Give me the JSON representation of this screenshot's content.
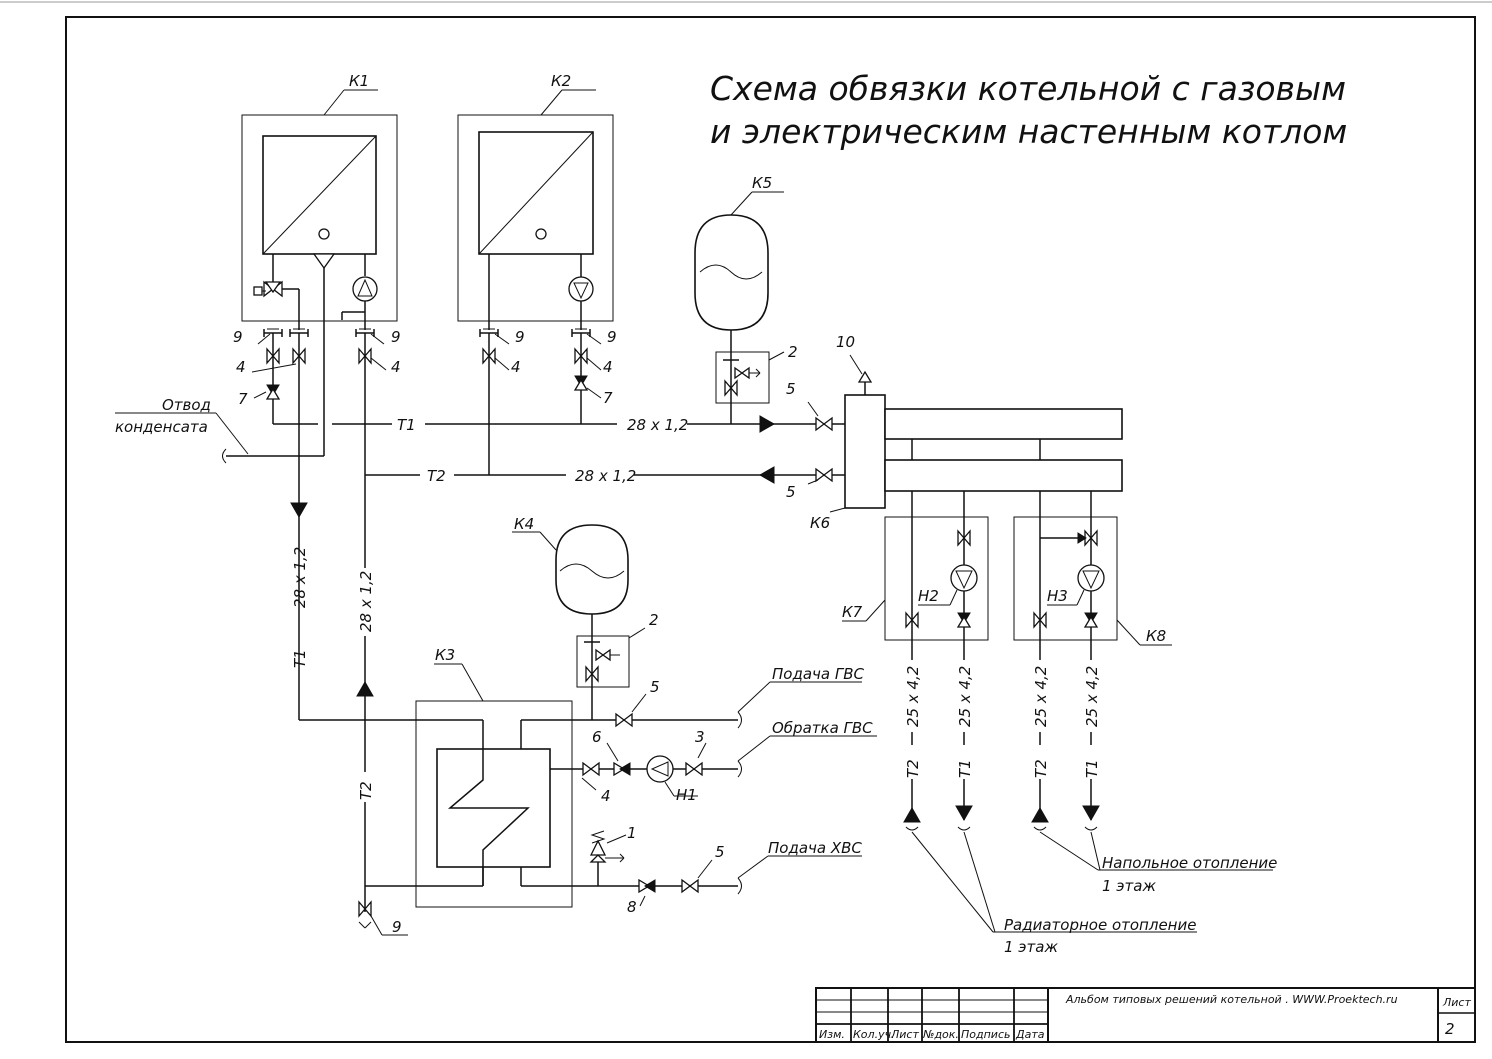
{
  "title": {
    "line1": "Схема обвязки котельной с газовым",
    "line2": "и электрическим настенным котлом"
  },
  "equipment": {
    "k1": "К1",
    "k2": "К2",
    "k3": "К3",
    "k4": "К4",
    "k5": "К5",
    "k6": "К6",
    "k7": "К7",
    "k8": "К8",
    "n1": "Н1",
    "n2": "Н2",
    "n3": "Н3"
  },
  "position_numbers": [
    "9",
    "9",
    "9",
    "9",
    "4",
    "4",
    "4",
    "4",
    "4",
    "7",
    "7",
    "2",
    "2",
    "10",
    "5",
    "5",
    "5",
    "5",
    "6",
    "3",
    "1",
    "8",
    "9"
  ],
  "pipes": {
    "t1": "Т1",
    "t2": "Т2",
    "size_main": "28 x 1,2",
    "size_branch": "25 x 4,2"
  },
  "notes": {
    "condensate_1": "Отвод",
    "condensate_2": "конденсата",
    "dhw_supply": "Подача ГВС",
    "dhw_return": "Обратка ГВС",
    "cold_supply": "Подача ХВС",
    "floor_heating_1": "Напольное отопление",
    "floor_heating_2": "1 этаж",
    "radiator_heating_1": "Радиаторное отопление",
    "radiator_heating_2": "1 этаж"
  },
  "title_block": {
    "album": "Альбом типовых решений котельной . WWW.Proektech.ru",
    "col_izm": "Изм.",
    "col_kol": "Кол.уч.",
    "col_list": "Лист",
    "col_ndok": "№док.",
    "col_sign": "Подпись",
    "col_date": "Дата",
    "sheet_label": "Лист",
    "sheet_number": "2"
  }
}
